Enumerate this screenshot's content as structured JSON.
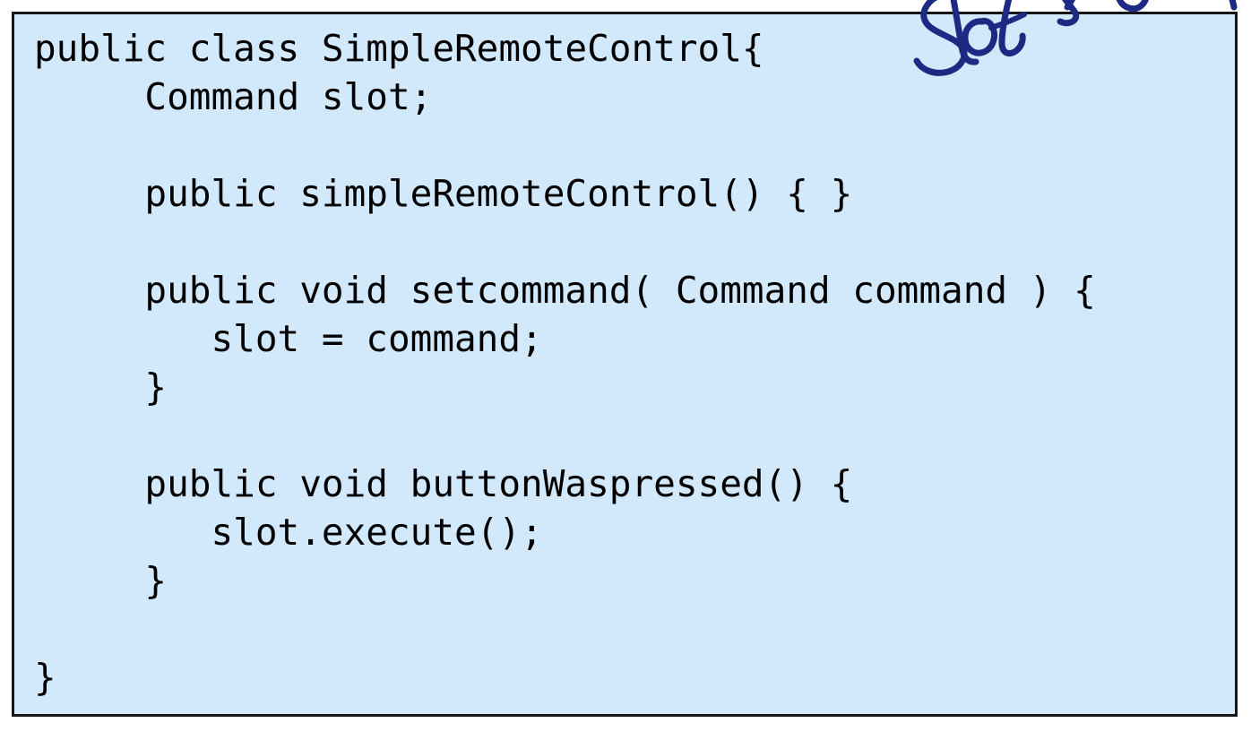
{
  "slide": {
    "kind": "lecture-slide-code-listing",
    "background_color": "#ffffff"
  },
  "code_box": {
    "background_color": "#d2e8fb",
    "border_color": "#161616",
    "language": "java",
    "text_color": "#000000",
    "lines": [
      "public class SimpleRemoteControl{",
      "     Command slot;",
      "",
      "     public simpleRemoteControl() { }",
      "",
      "     public void setcommand( Command command ) {",
      "        slot = command;",
      "     }",
      "",
      "     public void buttonWaspressed() {",
      "        slot.execute();",
      "     }",
      "",
      "}"
    ],
    "full_text": "public class SimpleRemoteControl{\n     Command slot;\n\n     public simpleRemoteControl() { }\n\n     public void setcommand( Command command ) {\n        slot = command;\n     }\n\n     public void buttonWaspressed() {\n        slot.execute();\n     }\n\n}"
  },
  "annotation": {
    "ink_color": "#1d2a84",
    "text": "Slot",
    "note": "handwritten ink label above the code box, clipped by the top edge of the image"
  }
}
